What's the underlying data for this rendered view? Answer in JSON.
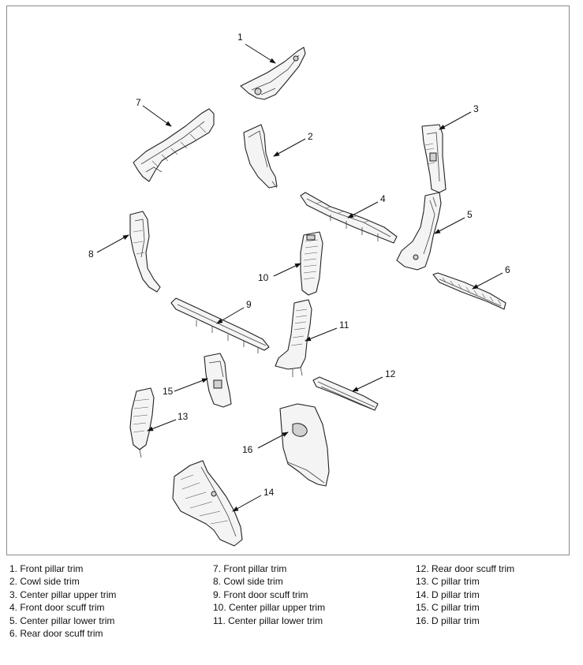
{
  "callouts": [
    "1",
    "2",
    "3",
    "4",
    "5",
    "6",
    "7",
    "8",
    "9",
    "10",
    "11",
    "12",
    "13",
    "14",
    "15",
    "16"
  ],
  "legend": {
    "column1": [
      "1. Front pillar trim",
      "2. Cowl side trim",
      "3. Center pillar upper trim",
      "4. Front door scuff trim",
      "5. Center pillar lower trim",
      "6. Rear door scuff trim"
    ],
    "column2": [
      "7. Front pillar trim",
      "8. Cowl side trim",
      "9. Front door scuff trim",
      "10. Center pillar upper trim",
      "11. Center pillar lower trim"
    ],
    "column3": [
      "12. Rear door scuff trim",
      "13. C pillar trim",
      "14. D pillar trim",
      "15. C pillar trim",
      "16. D pillar trim"
    ]
  }
}
